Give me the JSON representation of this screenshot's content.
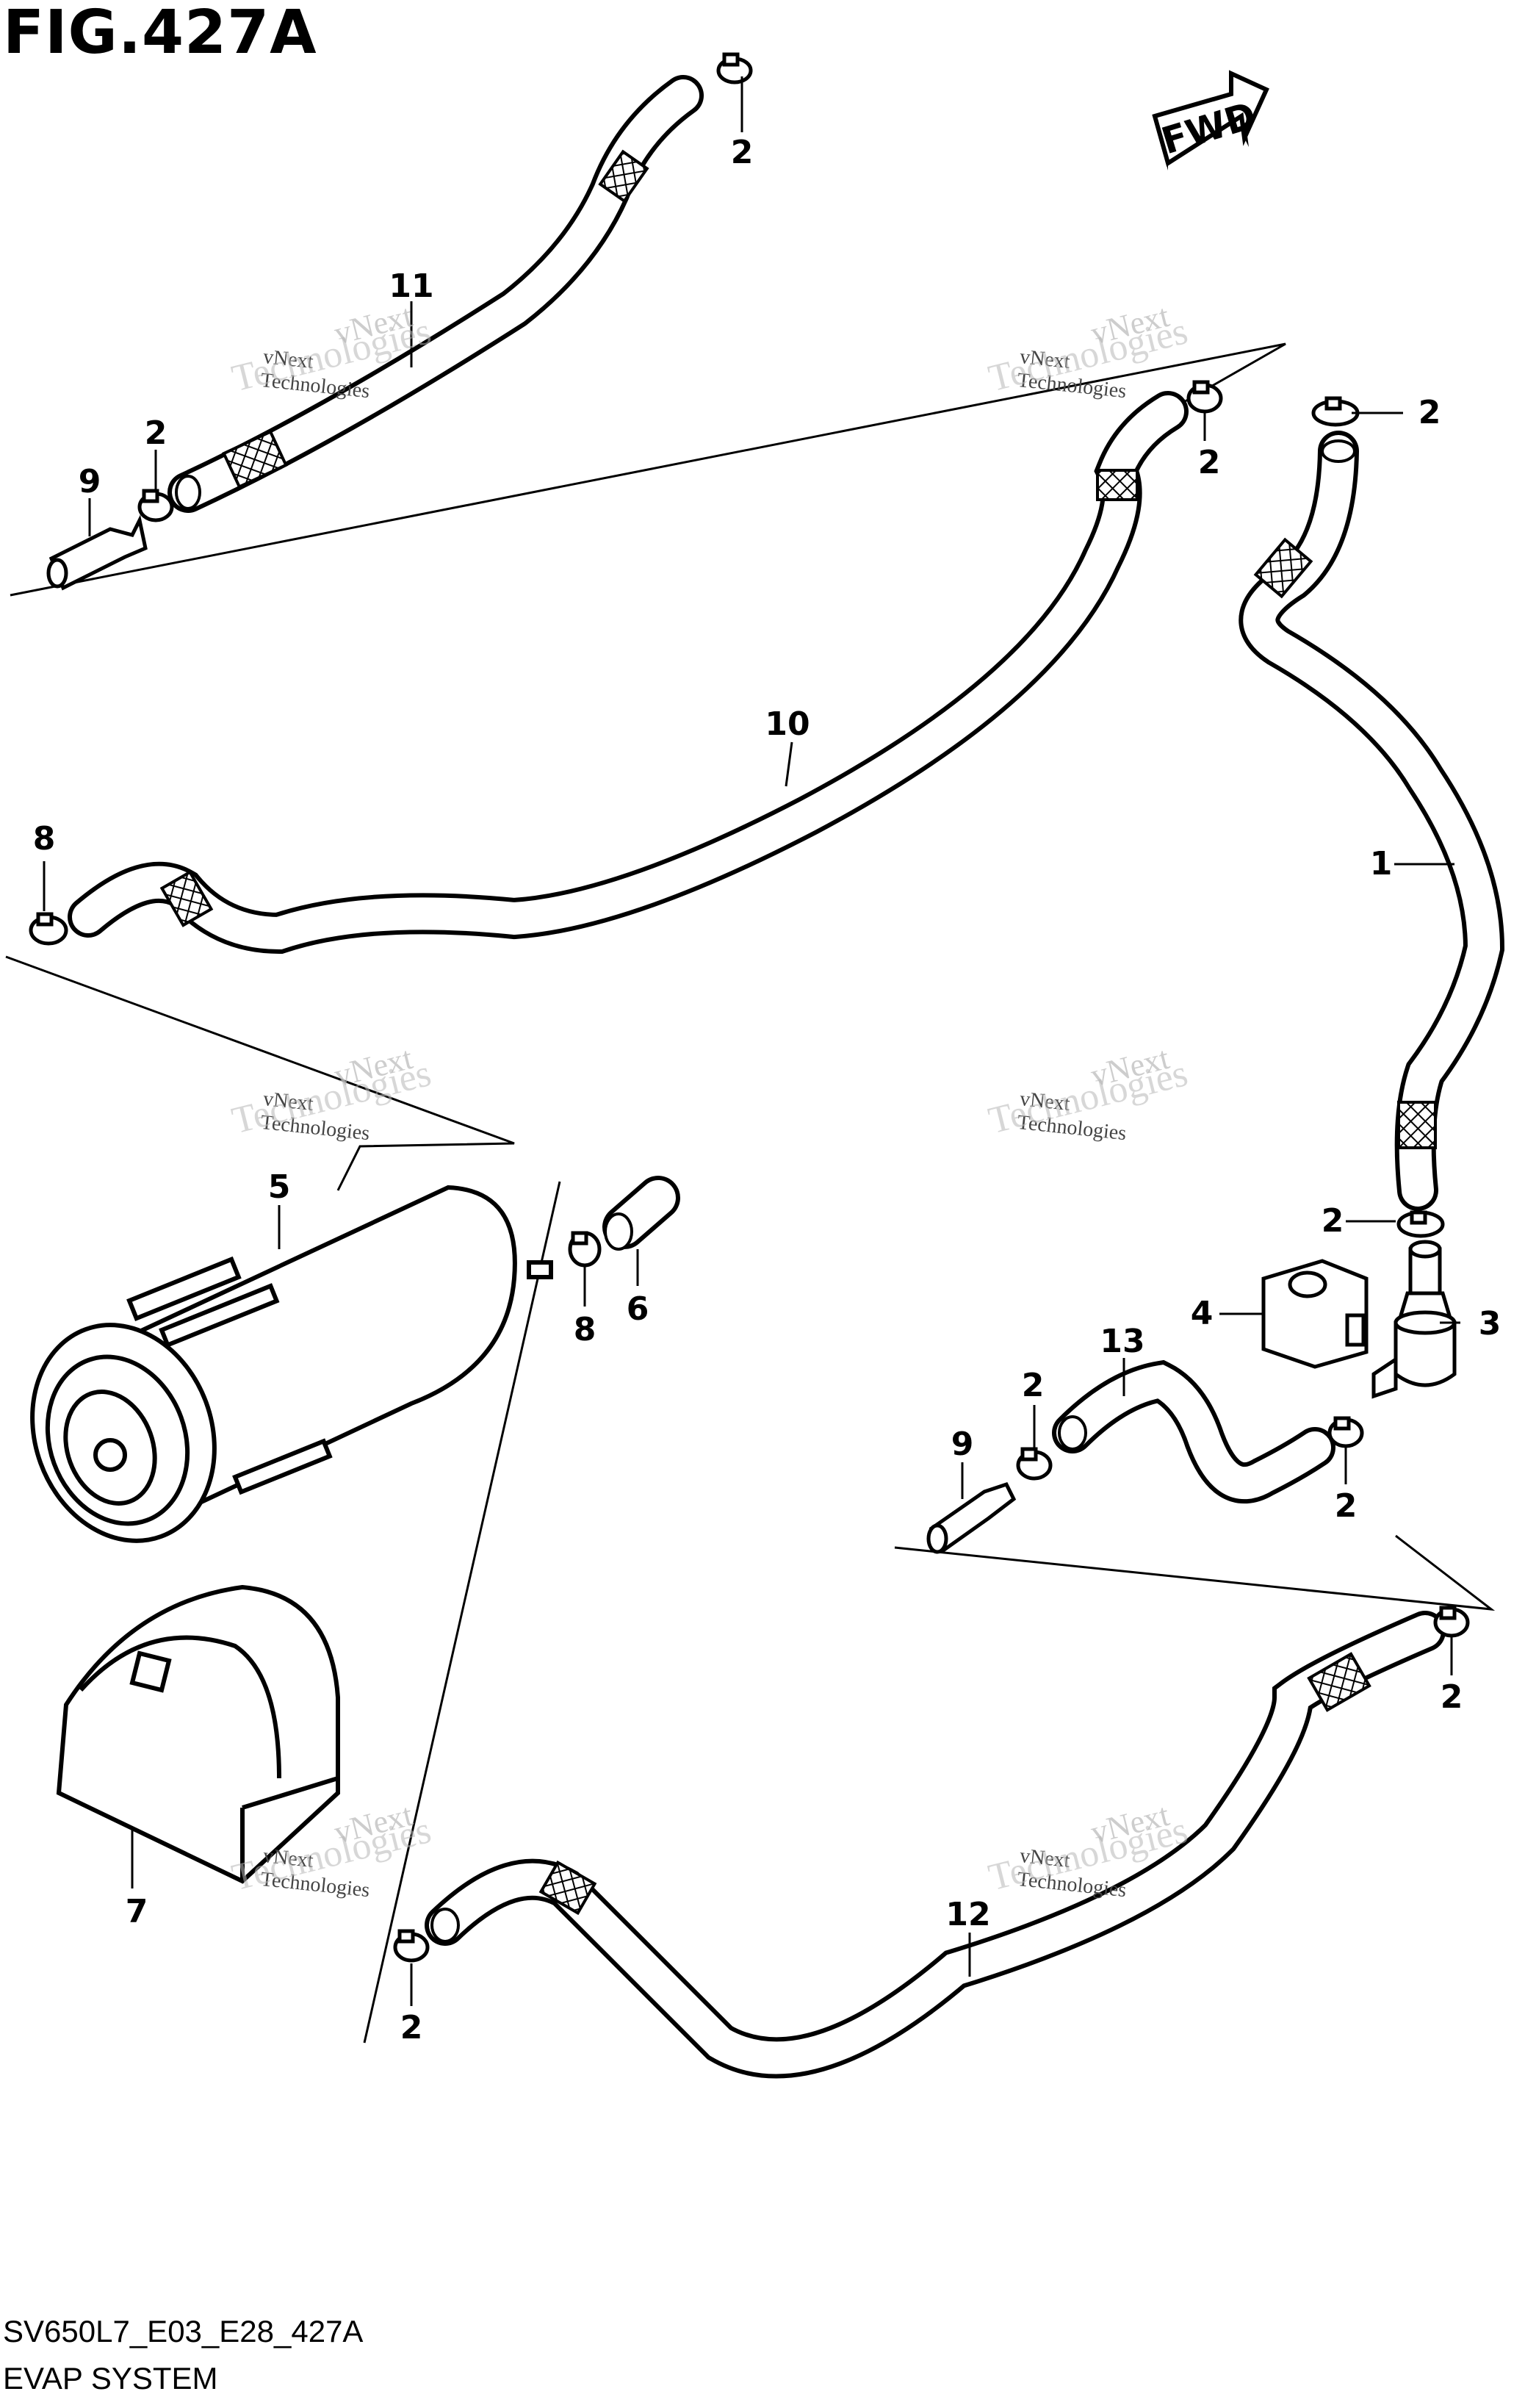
{
  "header": {
    "figure_title": "FIG.427A"
  },
  "direction_badge": {
    "label": "FWD"
  },
  "footer": {
    "diagram_code": "SV650L7_E03_E28_427A",
    "system_name": "EVAP SYSTEM"
  },
  "watermark": {
    "line1": "vNext",
    "line2": "vNext Technologies",
    "line3": "Technologies"
  },
  "callouts": {
    "c1": "1",
    "c2a": "2",
    "c2b": "2",
    "c2c": "2",
    "c2d": "2",
    "c2e": "2",
    "c2f": "2",
    "c2g": "2",
    "c2h": "2",
    "c2i": "2",
    "c3": "3",
    "c4": "4",
    "c5": "5",
    "c6": "6",
    "c7": "7",
    "c8a": "8",
    "c8b": "8",
    "c9a": "9",
    "c9b": "9",
    "c10": "10",
    "c11": "11",
    "c12": "12",
    "c13": "13"
  }
}
